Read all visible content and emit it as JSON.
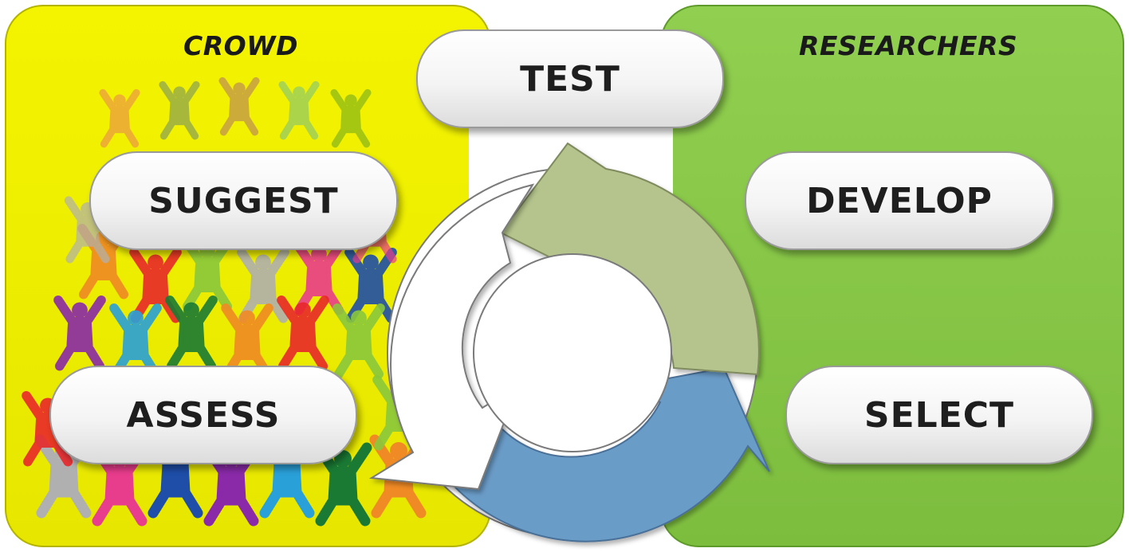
{
  "panels": {
    "crowd": {
      "title": "CROWD",
      "color": "#f4f400"
    },
    "researchers": {
      "title": "RESEARCHERS",
      "color": "#91cf50"
    }
  },
  "steps": {
    "test": "TEST",
    "suggest": "SUGGEST",
    "develop": "DEVELOP",
    "assess": "ASSESS",
    "select": "SELECT"
  },
  "cycle": {
    "arrow_colors": [
      "#b4c48c",
      "#6a9cc8",
      "#ffffff"
    ]
  },
  "crowd_figure_colors": [
    "#e83c8c",
    "#1e4ea8",
    "#8a2aa8",
    "#2aa0d8",
    "#1a7a34",
    "#f08a24",
    "#e8282a",
    "#8ac83c",
    "#b0b0b0"
  ]
}
